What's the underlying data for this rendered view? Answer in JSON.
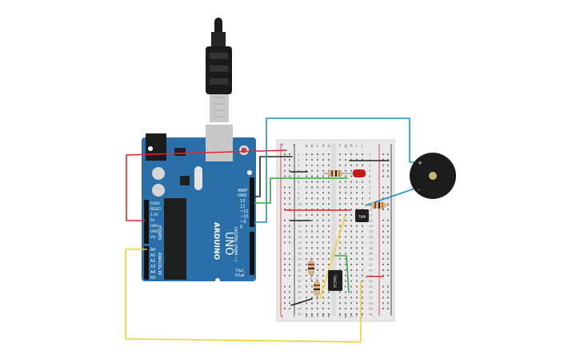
{
  "arduino": {
    "brand": "ARDUINO",
    "model": "UNO",
    "digital_label": "DIGITAL (PWM ~)",
    "power_label": "POWER",
    "analog_label": "ANALOG IN",
    "aref_label": "AREF",
    "gnd_label": "GND",
    "digital_pins": [
      "13",
      "12",
      "~11",
      "~10",
      "~9",
      "8"
    ],
    "tx_label": "TX▸1",
    "rx_label": "RX◂0",
    "power_pins": [
      "IOREF",
      "RESET",
      "3.3V",
      "5V",
      "GND",
      "GND",
      "Vin"
    ],
    "analog_pins": [
      "A0",
      "A1",
      "A2",
      "A3",
      "A4",
      "A5"
    ]
  },
  "breadboard": {
    "columns_left": [
      "a",
      "b",
      "c",
      "d",
      "e"
    ],
    "columns_right": [
      "f",
      "g",
      "h",
      "i",
      "j"
    ],
    "rows": [
      "1",
      "2",
      "3",
      "4",
      "5",
      "6",
      "7",
      "8",
      "9",
      "10",
      "11",
      "12",
      "13",
      "14",
      "15",
      "16",
      "17",
      "18",
      "19",
      "20",
      "21",
      "22",
      "23",
      "24",
      "25",
      "26",
      "27",
      "28",
      "29",
      "30"
    ],
    "rail_plus": "+",
    "rail_minus": "-"
  },
  "components": {
    "buzzer_plus": "+",
    "buzzer_minus": "-",
    "chip_label": "74HC14",
    "sensor_label": "TMP"
  },
  "colors": {
    "board": "#2a6fa8",
    "board_dark": "#1f5a8c",
    "breadboard": "#e9e9e9",
    "wire_red": "#e0262f",
    "wire_black": "#222222",
    "wire_green": "#35a83a",
    "wire_blue": "#1d8fd0",
    "wire_yellow": "#f2cf2a",
    "led_red": "#c51a1a"
  }
}
